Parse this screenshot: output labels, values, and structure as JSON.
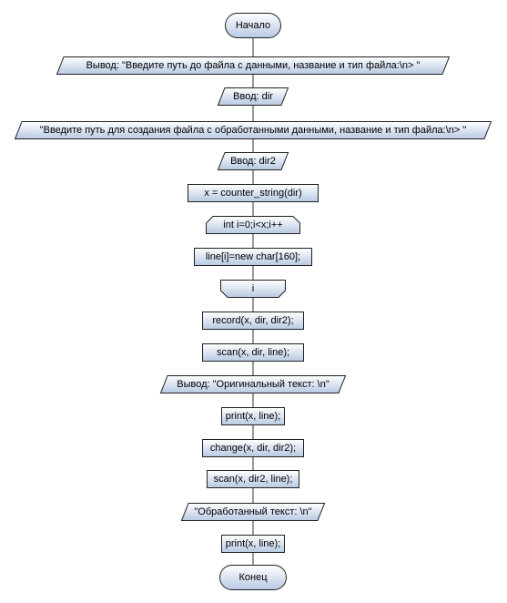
{
  "colors": {
    "fill_top": "#ffffff",
    "fill_bottom": "#b7c9e3",
    "stroke": "#222222",
    "connector": "#333333"
  },
  "flowchart": {
    "nodes": [
      {
        "id": "start",
        "type": "terminator",
        "text": "Начало"
      },
      {
        "id": "out1",
        "type": "io",
        "text": "Вывод: \"Введите путь до файла с данными, название и тип файла:\\n> \""
      },
      {
        "id": "in1",
        "type": "io",
        "text": "Ввод: dir"
      },
      {
        "id": "out2",
        "type": "io",
        "text": "\"Введите путь для создания файла с обработанными данными, название и тип файла:\\n> \""
      },
      {
        "id": "in2",
        "type": "io",
        "text": "Ввод: dir2"
      },
      {
        "id": "proc1",
        "type": "process",
        "text": "x = counter_string(dir)"
      },
      {
        "id": "loop_start",
        "type": "loop-start",
        "text": "int i=0;i<x;i++"
      },
      {
        "id": "proc2",
        "type": "process",
        "text": "line[i]=new char[160];"
      },
      {
        "id": "loop_end",
        "type": "loop-end",
        "text": "i"
      },
      {
        "id": "proc3",
        "type": "process",
        "text": "record(x, dir, dir2);"
      },
      {
        "id": "proc4",
        "type": "process",
        "text": "scan(x, dir, line);"
      },
      {
        "id": "out3",
        "type": "io",
        "text": "Вывод: \"Оригинальный текст: \\n\""
      },
      {
        "id": "proc5",
        "type": "process",
        "text": "print(x, line);"
      },
      {
        "id": "proc6",
        "type": "process",
        "text": "change(x, dir, dir2);"
      },
      {
        "id": "proc7",
        "type": "process",
        "text": "scan(x, dir2, line);"
      },
      {
        "id": "out4",
        "type": "io",
        "text": "\"Обработанный текст: \\n\""
      },
      {
        "id": "proc8",
        "type": "process",
        "text": "print(x, line);"
      },
      {
        "id": "end",
        "type": "terminator",
        "text": "Конец"
      }
    ]
  }
}
